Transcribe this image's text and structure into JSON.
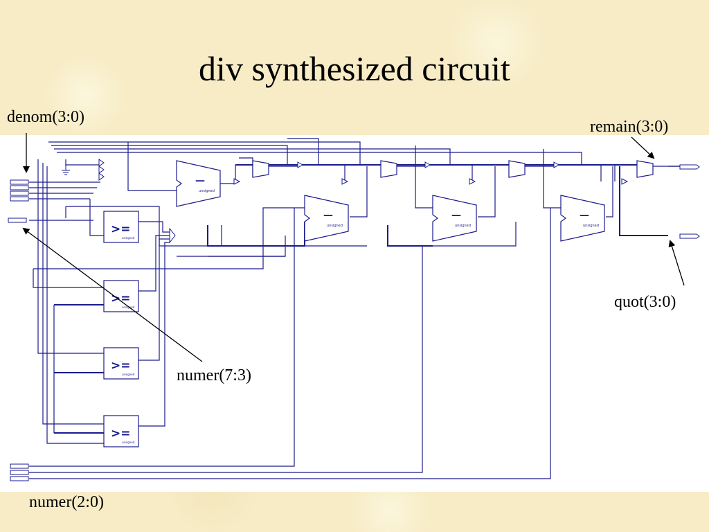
{
  "slide": {
    "title": "div synthesized circuit"
  },
  "annotations": {
    "denom": "denom(3:0)",
    "remain": "remain(3:0)",
    "quot": "quot(3:0)",
    "numer_hi": "numer(7:3)",
    "numer_lo": "numer(2:0)"
  },
  "blocks": {
    "comparator_symbol": ">=",
    "subtractor_symbol": "—",
    "type_label": "unsigned"
  },
  "colors": {
    "wire": "#1a1a8c",
    "background": "#f7ecc6",
    "panel": "#ffffff"
  }
}
